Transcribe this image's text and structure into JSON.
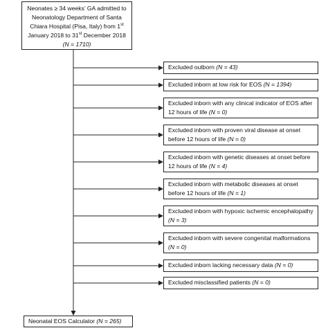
{
  "top_box": {
    "line1": "Neonates ≥ 34 weeks’ GA admitted to",
    "line2": "Neonatology Department of Santa",
    "line3": "Chiara Hospital (Pisa, Italy) from 1",
    "line3_sup": "st",
    "line4a": "January 2018 to 31",
    "line4_sup": "st",
    "line4b": " December 2018",
    "n": "(N = 1710)"
  },
  "exclusions": [
    {
      "text": "Excluded outborn ",
      "n": "(N = 43)"
    },
    {
      "text": "Excluded inborn at low risk for EOS ",
      "n": "(N = 1394)"
    },
    {
      "text": "Excluded inborn with any clinical indicator of EOS after 12 hours of life ",
      "n": "(N = 0)"
    },
    {
      "text": "Excluded inborn with proven viral disease at onset before 12 hours of life ",
      "n": "(N = 0)"
    },
    {
      "text": "Excluded inborn with genetic diseases at onset before 12 hours of life ",
      "n": "(N = 4)"
    },
    {
      "text": "Excluded inborn with metabolic diseases at onset before 12 hours of life ",
      "n": "(N = 1)"
    },
    {
      "text": "Excluded inborn with hypoxic ischemic encephalopathy ",
      "n": "(N = 3)"
    },
    {
      "text": "Excluded inborn with severe congenital malformations ",
      "n": "(N = 0)"
    },
    {
      "text": "Excluded inborn lacking necessary data ",
      "n": "(N = 0)"
    },
    {
      "text": "Excluded misclassified patients ",
      "n": "(N = 0)"
    }
  ],
  "bottom_box": {
    "text": "Neonatal EOS Calculator ",
    "n": "(N = 265)"
  }
}
